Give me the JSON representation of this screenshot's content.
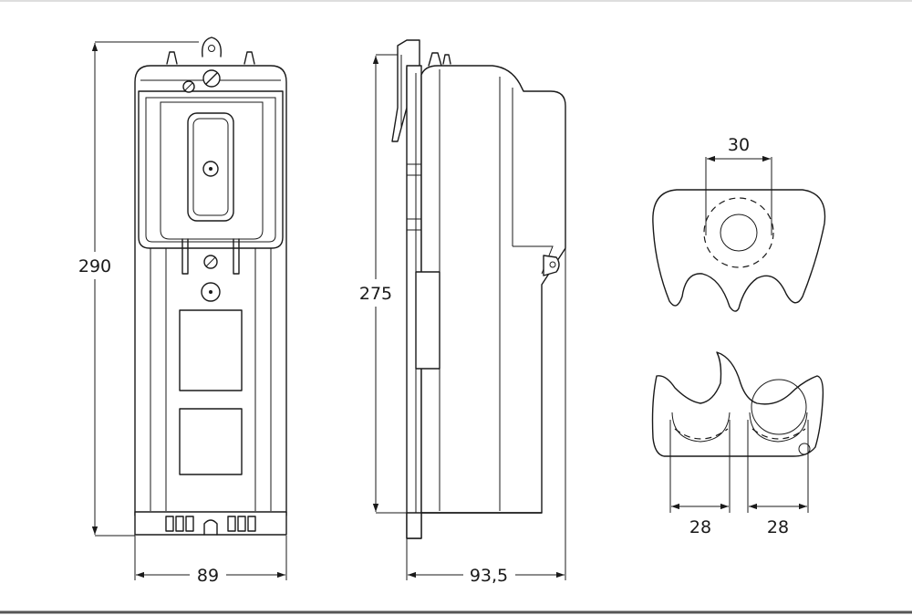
{
  "dimensions": {
    "front_height": "290",
    "front_width": "89",
    "side_height": "275",
    "side_depth": "93,5",
    "clip_top_width": "30",
    "clip_left_width": "28",
    "clip_right_width": "28"
  },
  "colors": {
    "line": "#1a1a1a",
    "background": "#ffffff",
    "frame_top": "#bdbdbd",
    "frame_bottom": "#555555"
  }
}
